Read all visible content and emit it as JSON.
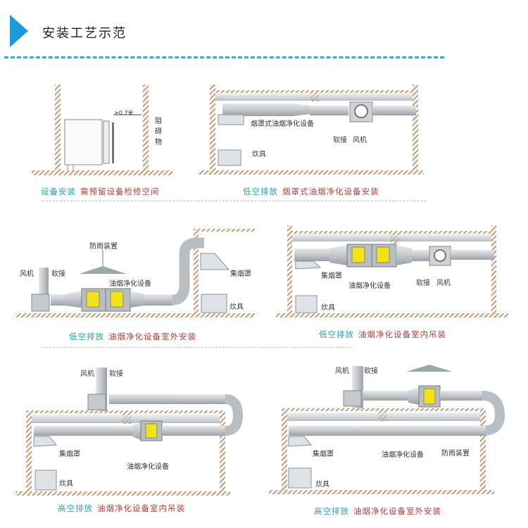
{
  "header": {
    "title": "安装工艺示范",
    "arrow_icon": "triangle-right-icon",
    "accent_color": "#1b9cd8"
  },
  "panels": [
    {
      "id": "equipment-install",
      "caption_prefix": "设备安装",
      "caption_text": "需预留设备检修空间",
      "labels": {
        "clearance": "≥0.7米",
        "obstacle": "阻碍物"
      }
    },
    {
      "id": "low-hood-type",
      "caption_prefix": "低空排放",
      "caption_text": "烟罩式油烟净化设备安装",
      "labels": {
        "purifier": "烟罩式油烟净化设备",
        "soft_joint": "软接",
        "fan": "风机",
        "stove": "炊具"
      }
    },
    {
      "id": "low-outdoor",
      "caption_prefix": "低空排放",
      "caption_text": "油烟净化设备室外安装",
      "labels": {
        "rain_cover": "防雨装置",
        "fan": "风机",
        "soft_joint": "软接",
        "purifier": "油烟净化设备",
        "hood": "集烟罩",
        "stove": "炊具"
      }
    },
    {
      "id": "low-indoor",
      "caption_prefix": "低空排放",
      "caption_text": "油烟净化设备室内吊装",
      "labels": {
        "hood": "集烟罩",
        "purifier": "油烟净化设备",
        "soft_joint": "软接",
        "fan": "风机",
        "stove": "炊具"
      }
    },
    {
      "id": "high-indoor",
      "caption_prefix": "高空排放",
      "caption_text": "油烟净化设备室内吊装",
      "labels": {
        "fan": "风机",
        "soft_joint": "软接",
        "hood": "集烟罩",
        "purifier": "油烟净化设备",
        "stove": "炊具"
      }
    },
    {
      "id": "high-outdoor",
      "caption_prefix": "高空排放",
      "caption_text": "油烟净化设备室外安装",
      "labels": {
        "fan": "风机",
        "soft_joint": "软接",
        "hood": "集烟罩",
        "purifier": "油烟净化设备",
        "rain_cover": "防雨装置",
        "stove": "炊具"
      }
    }
  ],
  "colors": {
    "caption_prefix": "#2aa0b0",
    "caption_text": "#b0403a",
    "duct": "#c9cdd2",
    "purifier_panel": "#f2e21a",
    "wall_hatch": "#8a6a4a"
  }
}
